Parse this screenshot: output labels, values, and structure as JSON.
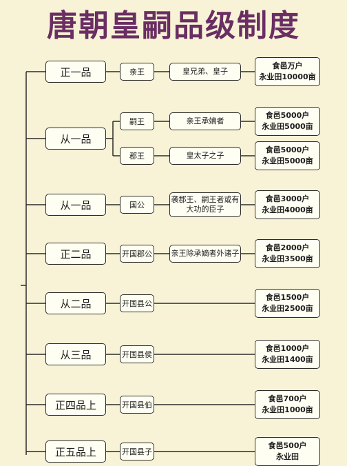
{
  "title": "唐朝皇嗣品级制度",
  "rows": [
    {
      "rank": "正一品",
      "titles": [
        {
          "title": "亲王",
          "condition": "皇兄弟、皇子",
          "benefit": [
            "食邑万户",
            "永业田10000亩"
          ]
        }
      ]
    },
    {
      "rank": "从一品",
      "titles": [
        {
          "title": "嗣王",
          "condition": "亲王承嫡者",
          "benefit": [
            "食邑5000户",
            "永业田5000亩"
          ]
        },
        {
          "title": "郡王",
          "condition": "皇太子之子",
          "benefit": [
            "食邑5000户",
            "永业田5000亩"
          ]
        }
      ]
    },
    {
      "rank": "从一品",
      "titles": [
        {
          "title": "国公",
          "condition": "袭郡王、嗣王者或有大功的臣子",
          "benefit": [
            "食邑3000户",
            "永业田4000亩"
          ]
        }
      ]
    },
    {
      "rank": "正二品",
      "titles": [
        {
          "title": "开国郡公",
          "condition": "亲王除承嫡者外诸子",
          "benefit": [
            "食邑2000户",
            "永业田3500亩"
          ]
        }
      ]
    },
    {
      "rank": "从二品",
      "titles": [
        {
          "title": "开国县公",
          "condition": "",
          "benefit": [
            "食邑1500户",
            "永业田2500亩"
          ]
        }
      ]
    },
    {
      "rank": "从三品",
      "titles": [
        {
          "title": "开国县侯",
          "condition": "",
          "benefit": [
            "食邑1000户",
            "永业田1400亩"
          ]
        }
      ]
    },
    {
      "rank": "正四品上",
      "titles": [
        {
          "title": "开国县伯",
          "condition": "",
          "benefit": [
            "食邑700户",
            "永业田1000亩"
          ]
        }
      ]
    },
    {
      "rank": "正五品上",
      "titles": [
        {
          "title": "开国县子",
          "condition": "",
          "benefit": [
            "食邑500户",
            "永业田"
          ]
        }
      ]
    }
  ]
}
